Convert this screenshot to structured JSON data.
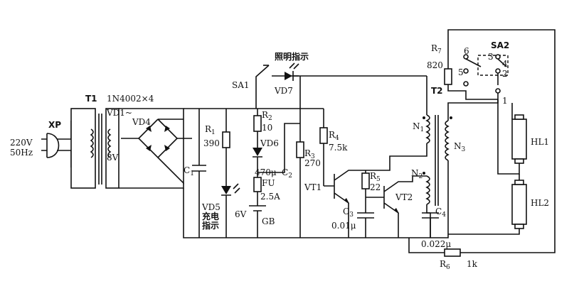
{
  "labels": {
    "plug": "XP",
    "mains_v": "220V",
    "mains_f": "50Hz",
    "transformer": "T1",
    "diodes": "1N4002×4",
    "vd1": "VD1~",
    "vd4": "VD4",
    "sec_v": "8V",
    "c1": "C",
    "c1_sub": "1",
    "r1": "R",
    "r1_sub": "1",
    "r1_val": "390",
    "vd5": "VD5",
    "vd5_t1": "充电",
    "vd5_t2": "指示",
    "sa1": "SA1",
    "light_ind": "照明指示",
    "vd7": "VD7",
    "r2": "R",
    "r2_sub": "2",
    "r2_val": "10",
    "vd6": "VD6",
    "c2_val": "470μ",
    "c2": "C",
    "c2_sub": "2",
    "fu": "FU",
    "fu_val": "2.5A",
    "batt_v": "6V",
    "gb": "GB",
    "r3": "R",
    "r3_sub": "3",
    "r3_val": "270",
    "r4": "R",
    "r4_sub": "4",
    "r4_val": "7.5k",
    "vt1": "VT1",
    "r5": "R",
    "r5_sub": "5",
    "r5_val": "22",
    "c3": "C",
    "c3_sub": "3",
    "c3_val": "0.01μ",
    "vt2": "VT2",
    "n1": "N",
    "n1_sub": "1",
    "n2": "N",
    "n2_sub": "2",
    "n3": "N",
    "n3_sub": "3",
    "c4": "C",
    "c4_sub": "4",
    "c4_val": "0.022μ",
    "r6": "R",
    "r6_sub": "6",
    "r6_val": "1k",
    "t2": "T2",
    "r7": "R",
    "r7_sub": "7",
    "r7_val": "820",
    "sa2": "SA2",
    "p1": "1",
    "p2": "2",
    "p3": "3",
    "p4": "4",
    "p5": "5",
    "p6": "6",
    "hl1": "HL1",
    "hl2": "HL2"
  }
}
